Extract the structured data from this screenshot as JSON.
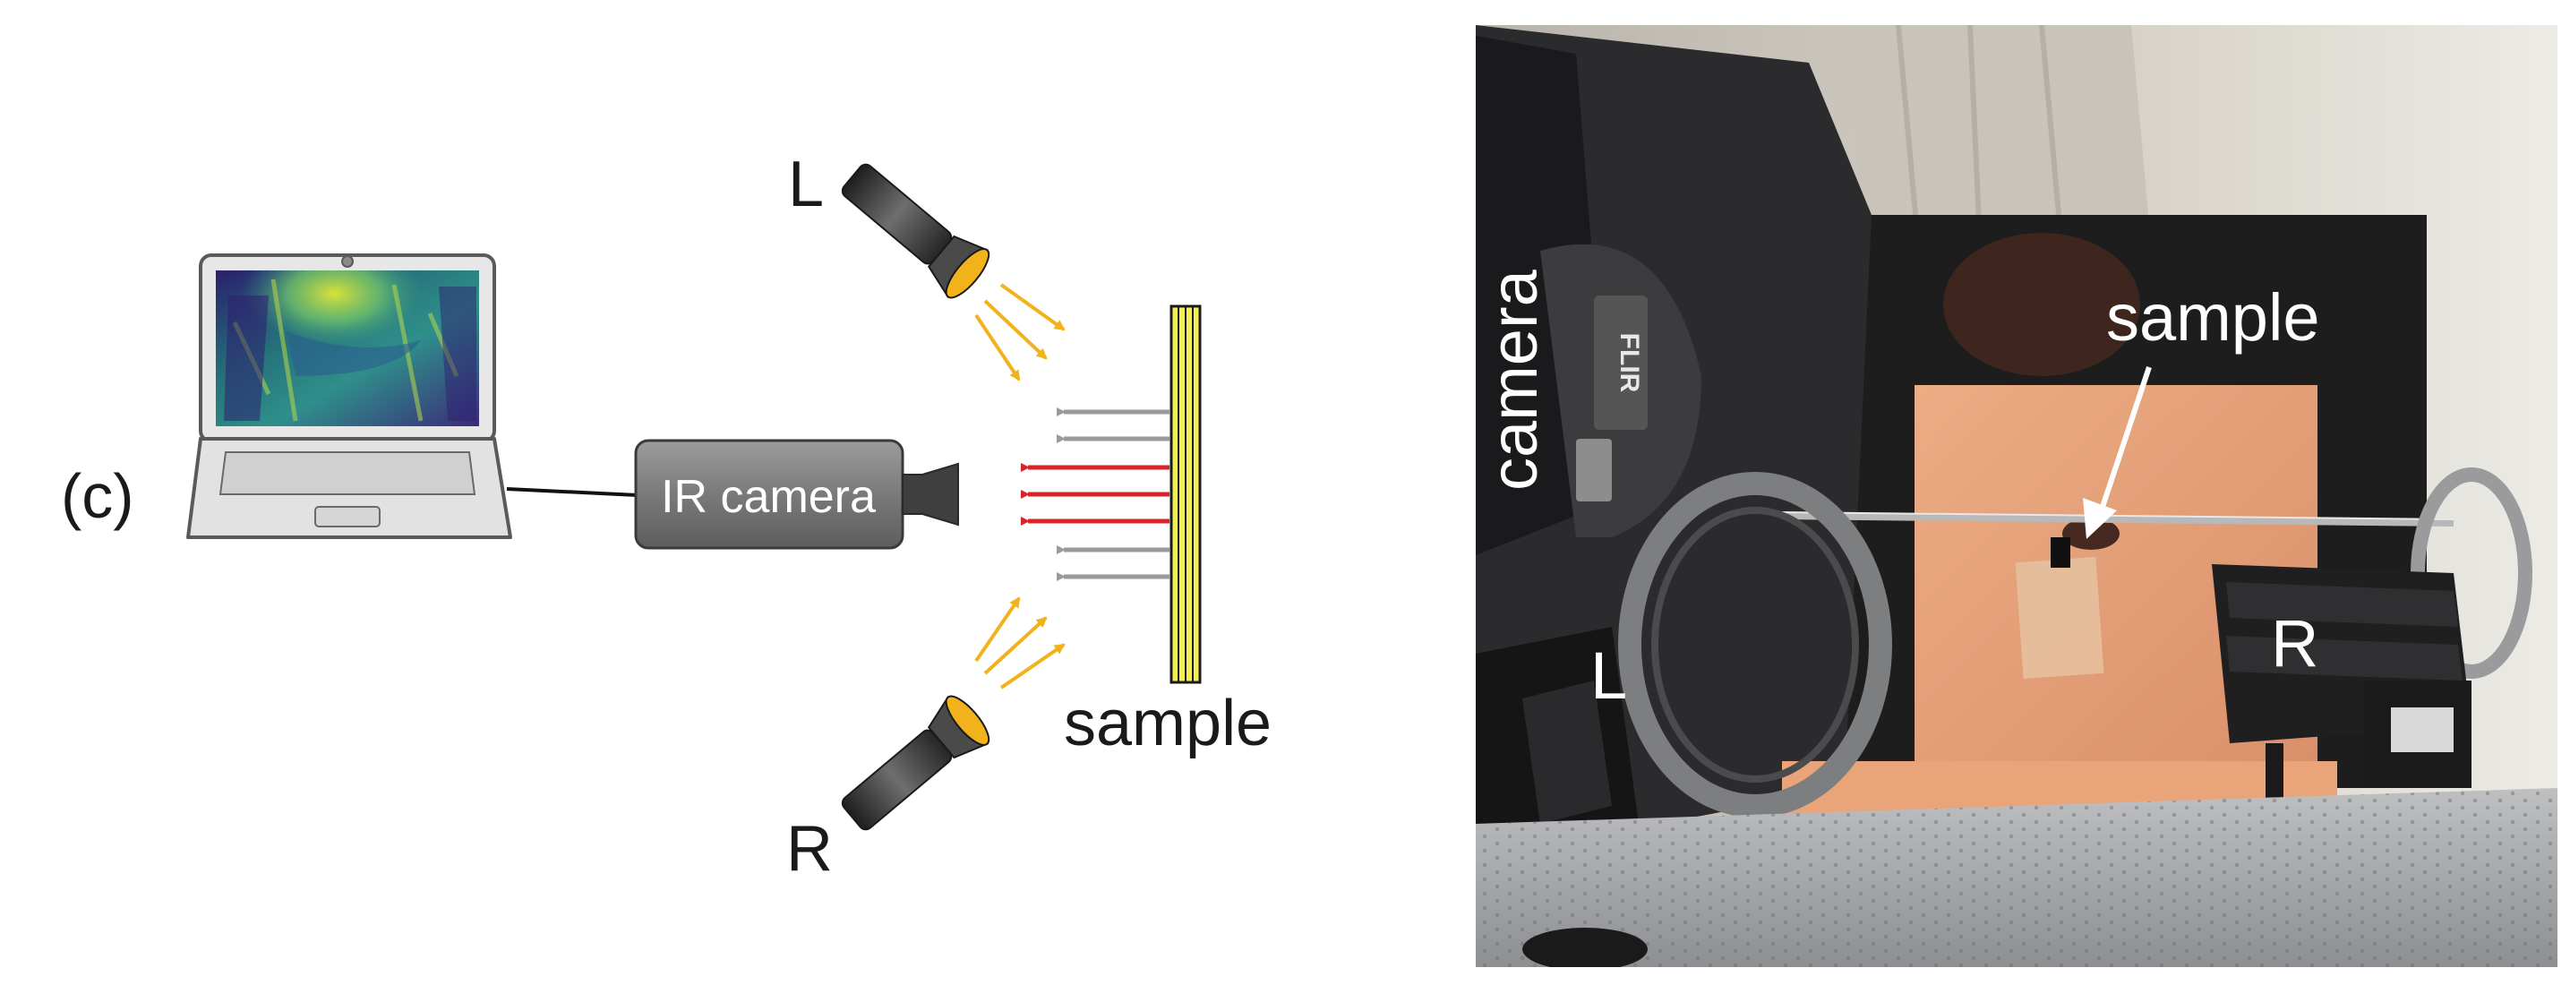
{
  "panel_label": "(c)",
  "schematic": {
    "camera_label": "IR camera",
    "light_top_label": "L",
    "light_bottom_label": "R",
    "sample_label": "sample"
  },
  "photo": {
    "camera_label": "camera",
    "sample_label": "sample",
    "light_left_label": "L",
    "light_right_label": "R",
    "camera_brand": "FLIR"
  },
  "colors": {
    "reflected_arrow": "#9a9a9a",
    "emitted_arrow": "#d9252a",
    "light_ray": "#f2b21b",
    "sample_fill": "#f4ee54",
    "lamp_body": "#3a3a3a",
    "foam": "#e6a57f"
  }
}
